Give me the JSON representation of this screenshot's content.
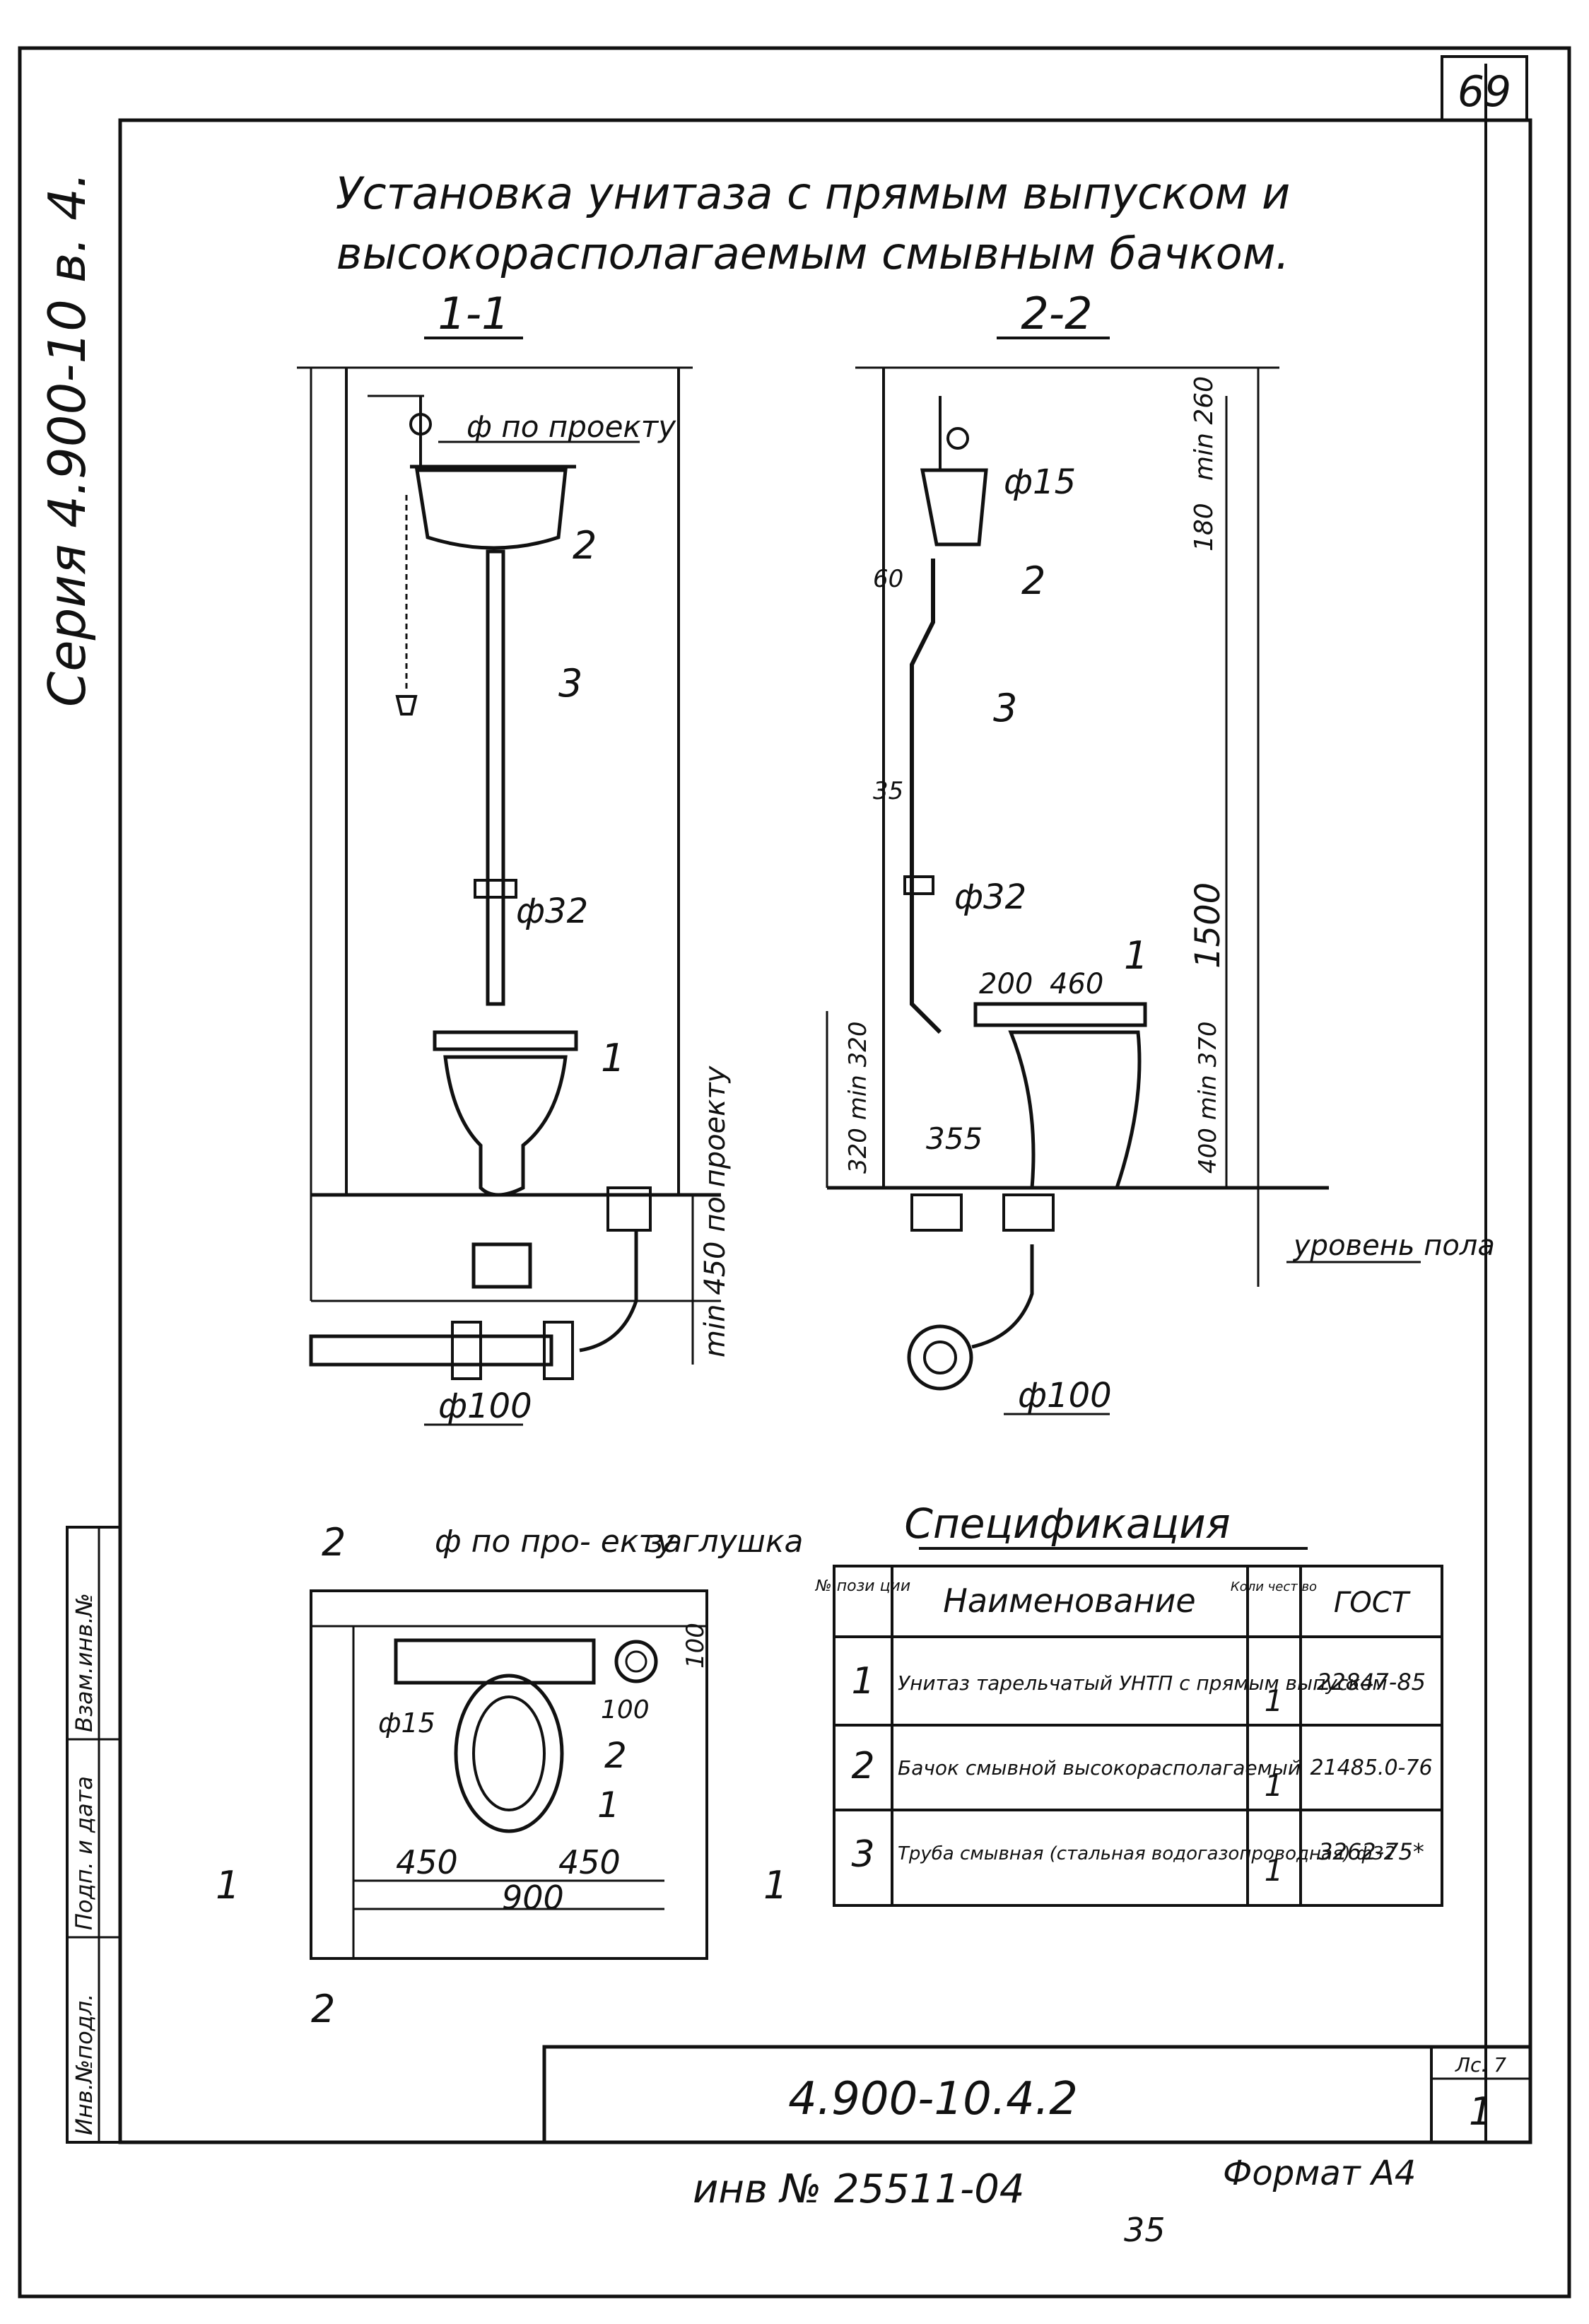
{
  "page_number": "69",
  "series_label": "Серия 4.900-10 в. 4.",
  "title": {
    "line1": "Установка унитаза с прямым выпуском и",
    "line2": "высокорасполагаемым смывным бачком."
  },
  "section_1": {
    "label": "1-1",
    "diam_supply": "ф по проекту",
    "diam_pipe": "ф32",
    "diam_outlet": "ф100",
    "height_note": "min 450 по проекту",
    "callouts": [
      "2",
      "3",
      "1"
    ]
  },
  "section_2": {
    "label": "2-2",
    "diam_supply": "ф15",
    "diam_pipe": "ф32",
    "diam_outlet": "ф100",
    "dims": [
      "min 260",
      "180",
      "60",
      "35",
      "1500",
      "200",
      "460",
      "355",
      "320 min 320",
      "400 min 370"
    ],
    "callouts": [
      "2",
      "3",
      "1"
    ],
    "floor_level": "уровень пола"
  },
  "plan": {
    "supply_label": "ф по про- екту",
    "plug_label": "заглушка",
    "dims": [
      "ф15",
      "100",
      "100",
      "450",
      "450",
      "900"
    ],
    "section_marks": [
      "2",
      "2",
      "1",
      "1"
    ],
    "callouts": [
      "2",
      "1"
    ]
  },
  "spec": {
    "title": "Спецификация",
    "headers": [
      "№ пози ции",
      "Наименование",
      "Коли чест во",
      "ГОСТ"
    ],
    "rows": [
      {
        "pos": "1",
        "name": "Унитаз тарельчатый УНТП с прямым выпуском",
        "qty": "1",
        "gost": "22847-85"
      },
      {
        "pos": "2",
        "name": "Бачок смывной высокорасполагаемый",
        "qty": "1",
        "gost": "21485.0-76"
      },
      {
        "pos": "3",
        "name": "Труба смывная (стальная водогазопроводная) ф32",
        "qty": "1",
        "gost": "3262-75*"
      }
    ]
  },
  "stamp": {
    "code": "4.900-10.4.2",
    "sheet_label": "Лс. 7",
    "sheet_value": "1",
    "side_labels": [
      "Взам.инв.№",
      "Подп. и дата",
      "Инв.№подл."
    ]
  },
  "footer": {
    "inv": "инв № 25511-04",
    "page": "35",
    "format": "Формат А4"
  }
}
